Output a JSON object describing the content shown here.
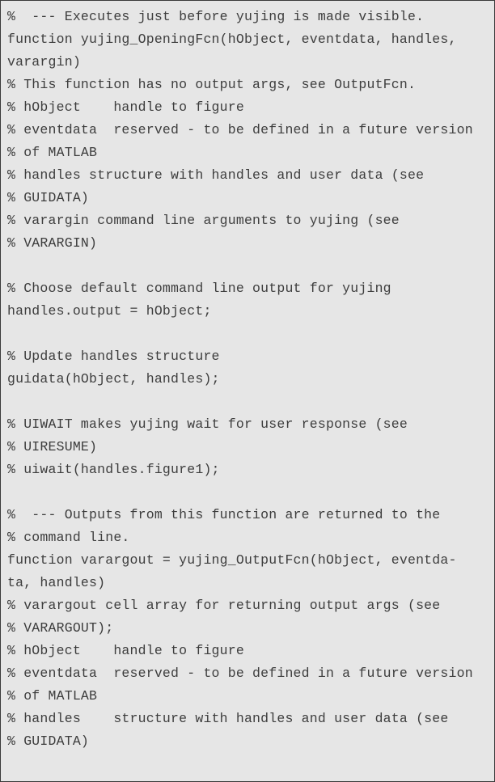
{
  "page": {
    "background_color": "#e6e6e6",
    "border_color": "#3a3a3a",
    "text_color": "#3d3d3d"
  },
  "code": {
    "language": "matlab",
    "lines": [
      "%  --- Executes just before yujing is made visible.",
      "function yujing_OpeningFcn(hObject, eventdata, handles,",
      "varargin)",
      "% This function has no output args, see OutputFcn.",
      "% hObject    handle to figure",
      "% eventdata  reserved - to be defined in a future version",
      "% of MATLAB",
      "% handles structure with handles and user data (see",
      "% GUIDATA)",
      "% varargin command line arguments to yujing (see",
      "% VARARGIN)",
      "",
      "% Choose default command line output for yujing",
      "handles.output = hObject;",
      "",
      "% Update handles structure",
      "guidata(hObject, handles);",
      "",
      "% UIWAIT makes yujing wait for user response (see",
      "% UIRESUME)",
      "% uiwait(handles.figure1);",
      "",
      "%  --- Outputs from this function are returned to the",
      "% command line.",
      "function varargout = yujing_OutputFcn(hObject, eventda-",
      "ta, handles)",
      "% varargout cell array for returning output args (see",
      "% VARARGOUT);",
      "% hObject    handle to figure",
      "% eventdata  reserved - to be defined in a future version",
      "% of MATLAB",
      "% handles    structure with handles and user data (see",
      "% GUIDATA)",
      ""
    ]
  }
}
